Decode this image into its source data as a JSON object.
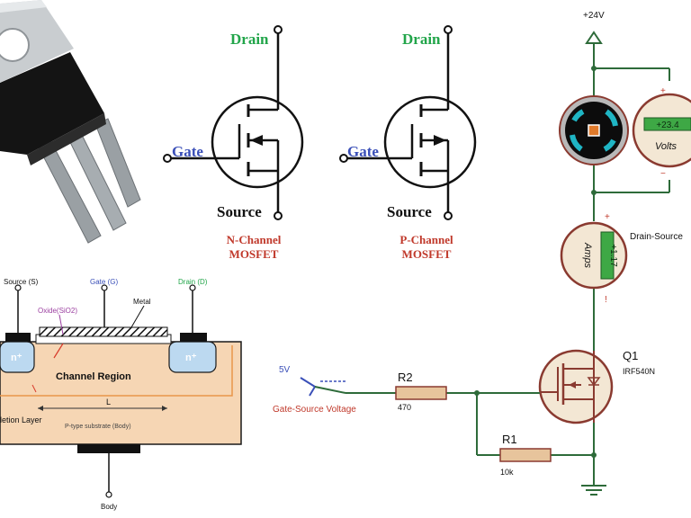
{
  "mosfet_symbols": {
    "n_channel": {
      "drain": "Drain",
      "gate": "Gate",
      "source": "Source",
      "caption_line1": "N-Channel",
      "caption_line2": "MOSFET"
    },
    "p_channel": {
      "drain": "Drain",
      "gate": "Gate",
      "source": "Source",
      "caption_line1": "P-Channel",
      "caption_line2": "MOSFET"
    }
  },
  "cross_section": {
    "source": "Source (S)",
    "gate": "Gate (G)",
    "drain": "Drain (D)",
    "metal": "Metal",
    "oxide": "Oxide(SiO2)",
    "n_plus_left": "n⁺",
    "n_plus_right": "n⁺",
    "channel_region": "Channel Region",
    "length": "L",
    "depletion": "letion Layer",
    "substrate": "P-type substrate (Body)",
    "body": "Body"
  },
  "circuit": {
    "supply": "+24V",
    "voltmeter_value": "+23.4",
    "voltmeter_unit": "Volts",
    "voltmeter_plus": "+",
    "voltmeter_minus": "−",
    "ammeter_value": "+1.17",
    "ammeter_unit": "Amps",
    "ammeter_plus": "+",
    "ammeter_minus": "!",
    "drain_source_label": "Drain-Source",
    "q1_name": "Q1",
    "q1_part": "IRF540N",
    "r2_name": "R2",
    "r2_value": "470",
    "r1_name": "R1",
    "r1_value": "10k",
    "input_voltage": "5V",
    "input_label": "Gate-Source Voltage"
  },
  "colors": {
    "terminal_green": "#22a54a",
    "gate_blue": "#3a4fb8",
    "caption_red": "#c0392b",
    "circuit_wire": "#2e6b3a",
    "component_red": "#a0322a",
    "meter_screen": "#3ea845",
    "motor_cyan": "#1fb5c4",
    "substrate_peach": "#f6d6b4",
    "oxide_purple": "#9b3fa0"
  }
}
